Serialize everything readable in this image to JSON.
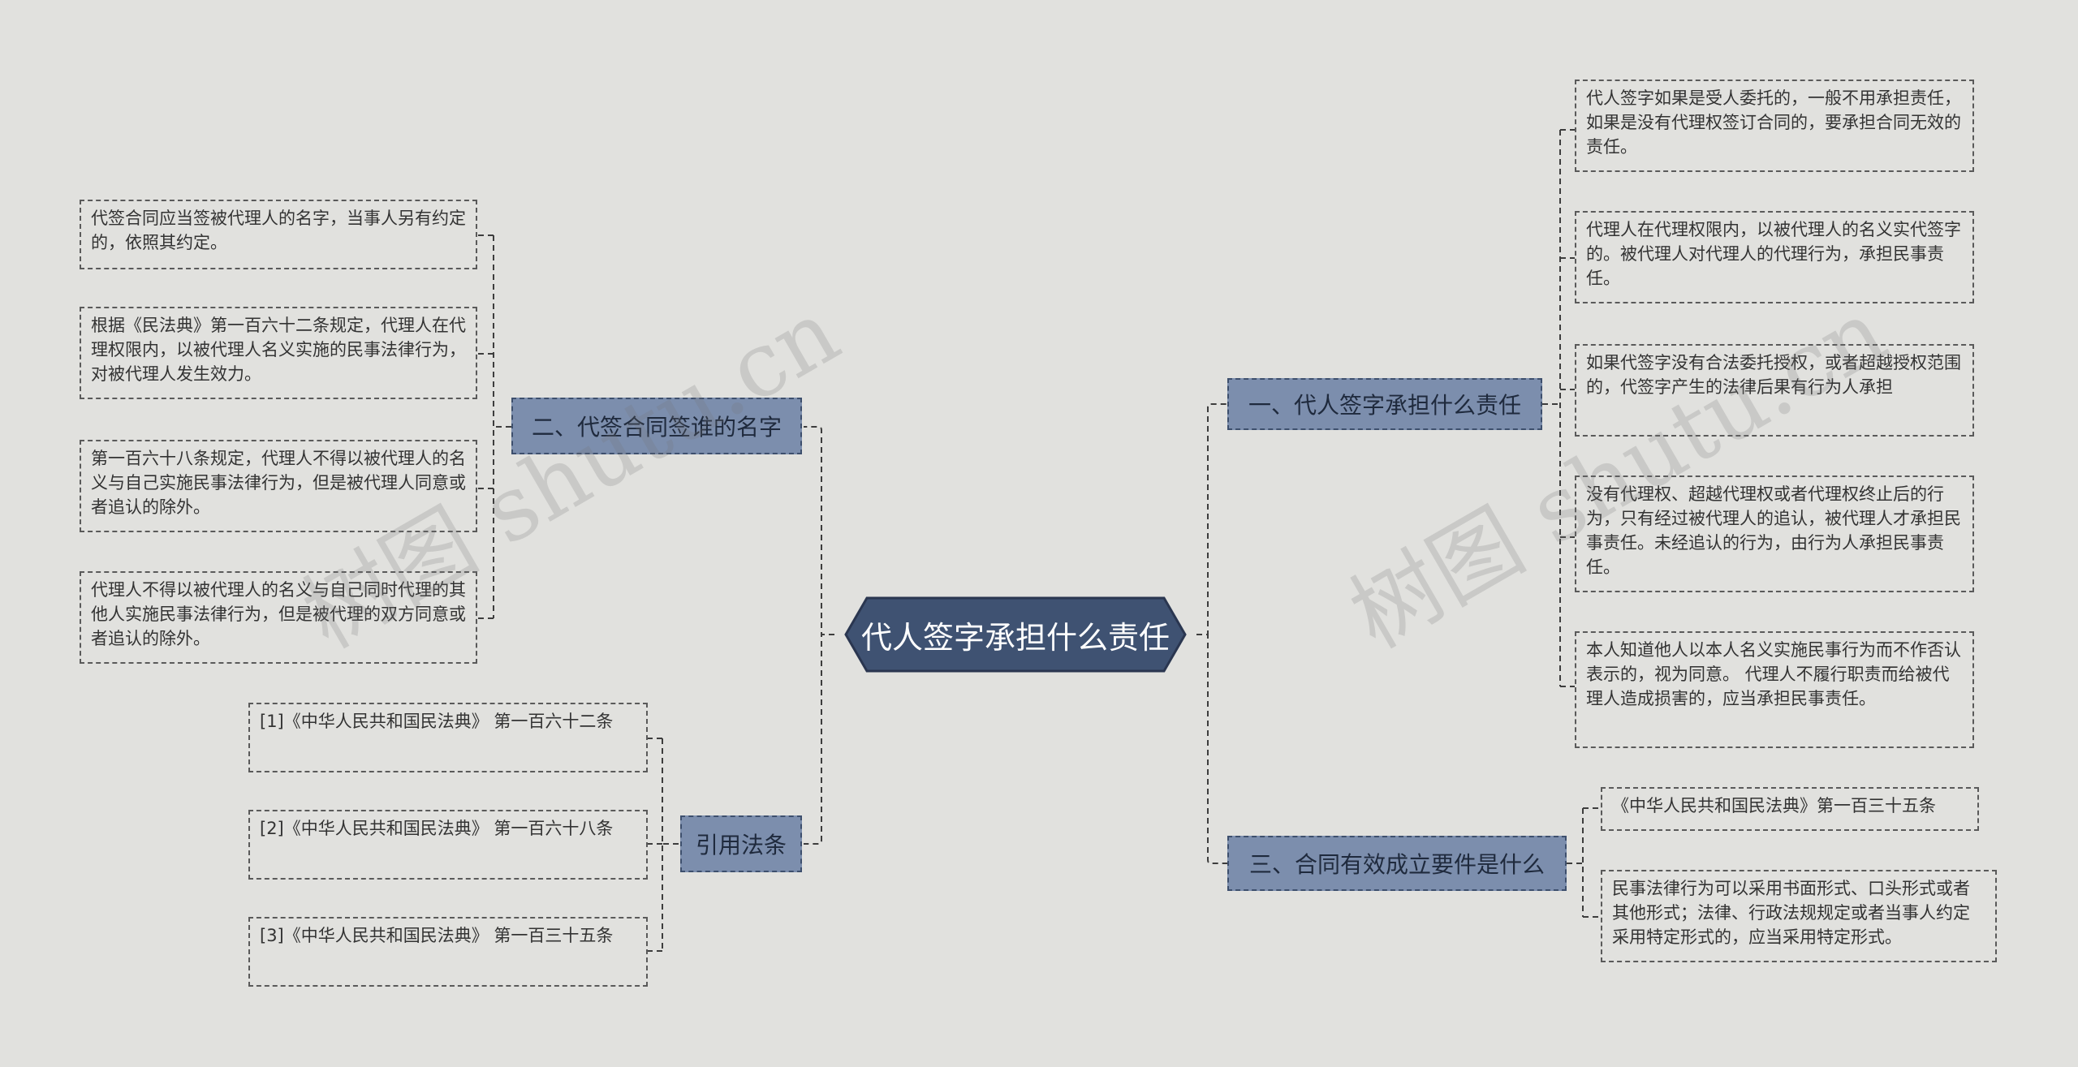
{
  "root": {
    "label": "代人签字承担什么责任"
  },
  "branches": {
    "b1": {
      "label": "一、代人签字承担什么责任"
    },
    "b2": {
      "label": "二、代签合同签谁的名字"
    },
    "b3": {
      "label": "三、合同有效成立要件是什么"
    },
    "b4": {
      "label": "引用法条"
    }
  },
  "leaves": {
    "r1": "代人签字如果是受人委托的，一般不用承担责任，如果是没有代理权签订合同的，要承担合同无效的责任。",
    "r2": "代理人在代理权限内，以被代理人的名义实代签字的。被代理人对代理人的代理行为，承担民事责任。",
    "r3": "如果代签字没有合法委托授权，或者超越授权范围的，代签字产生的法律后果有行为人承担",
    "r4": "没有代理权、超越代理权或者代理权终止后的行为，只有经过被代理人的追认，被代理人才承担民事责任。未经追认的行为，由行为人承担民事责任。",
    "r5": "本人知道他人以本人名义实施民事行为而不作否认表示的，视为同意。 代理人不履行职责而给被代理人造成损害的，应当承担民事责任。",
    "l1": " 代签合同应当签被代理人的名字，当事人另有约定的，依照其约定。",
    "l2": " 根据《民法典》第一百六十二条规定，代理人在代理权限内，以被代理人名义实施的民事法律行为，对被代理人发生效力。",
    "l3": " 第一百六十八条规定，代理人不得以被代理人的名义与自己实施民事法律行为，但是被代理人同意或者追认的除外。",
    "l4": " 代理人不得以被代理人的名义与自己同时代理的其他人实施民事法律行为，但是被代理的双方同意或者追认的除外。",
    "c1": "《中华人民共和国民法典》第一百三十五条",
    "c2": "民事法律行为可以采用书面形式、口头形式或者其他形式；法律、行政法规规定或者当事人约定采用特定形式的，应当采用特定形式。",
    "f1": "[1]《中华人民共和国民法典》 第一百六十二条",
    "f2": "[2]《中华人民共和国民法典》 第一百六十八条",
    "f3": "[3]《中华人民共和国民法典》 第一百三十五条"
  },
  "watermarks": [
    "树图 shutu.cn",
    "树图 shutu.cn"
  ],
  "colors": {
    "background": "#e1e1de",
    "root_fill": "#3f5272",
    "branch_fill": "#7c8ead",
    "line": "#3d3d3d"
  }
}
